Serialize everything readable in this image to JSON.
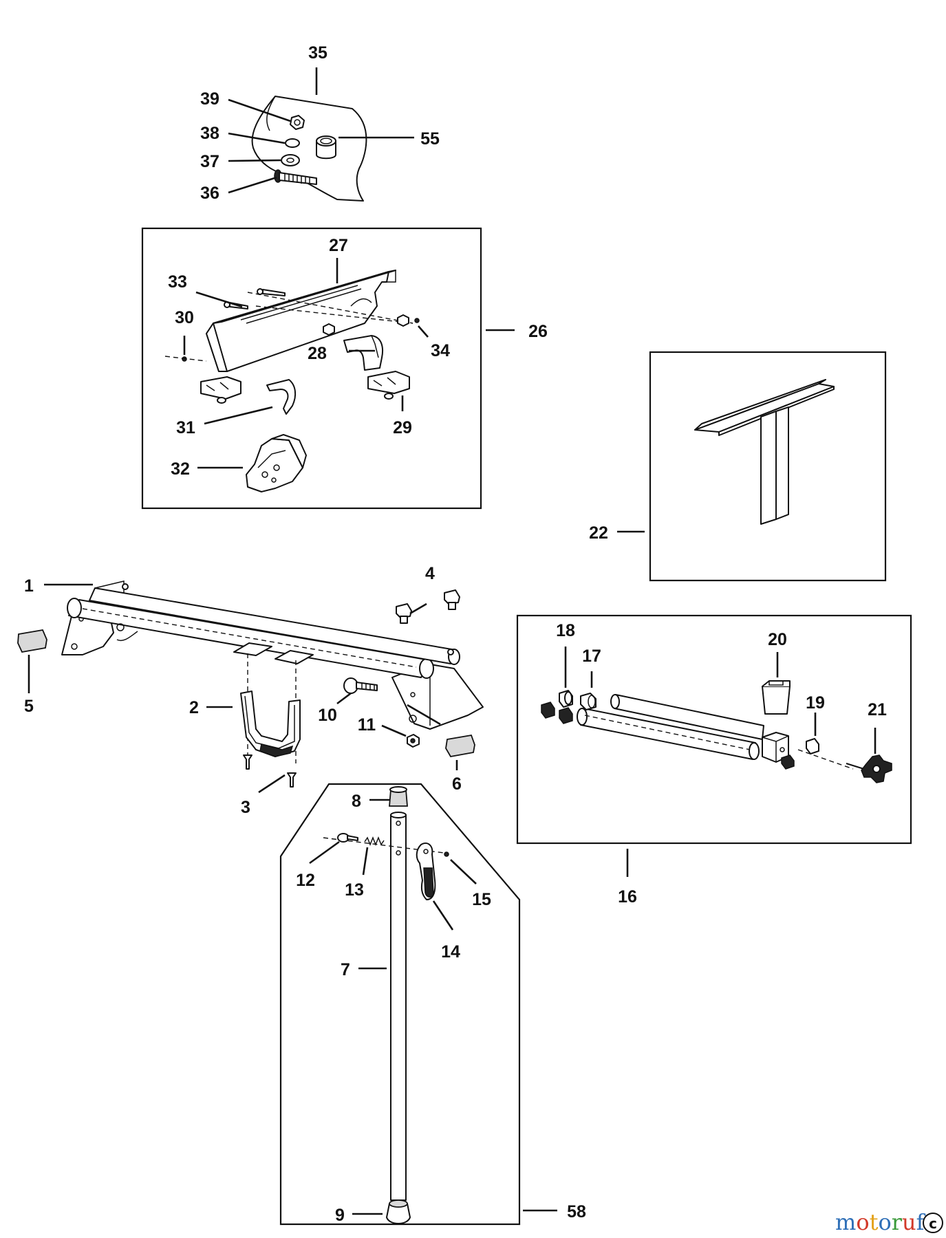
{
  "labels": {
    "p1": "1",
    "p2": "2",
    "p3": "3",
    "p4": "4",
    "p5": "5",
    "p6": "6",
    "p7": "7",
    "p8": "8",
    "p9": "9",
    "p10": "10",
    "p11": "11",
    "p12": "12",
    "p13": "13",
    "p14": "14",
    "p15": "15",
    "p16": "16",
    "p17": "17",
    "p18": "18",
    "p19": "19",
    "p20": "20",
    "p21": "21",
    "p22": "22",
    "p26": "26",
    "p27": "27",
    "p28": "28",
    "p29": "29",
    "p30": "30",
    "p31": "31",
    "p32": "32",
    "p33": "33",
    "p34": "34",
    "p35": "35",
    "p36": "36",
    "p37": "37",
    "p38": "38",
    "p39": "39",
    "p55": "55",
    "p58": "58"
  },
  "watermark": {
    "text": "motoruf",
    "letter_colors": [
      "#2e6fb7",
      "#d23a2a",
      "#e3a21a",
      "#2e6fb7",
      "#3a9a3a",
      "#d23a2a",
      "#2e6fb7"
    ]
  }
}
